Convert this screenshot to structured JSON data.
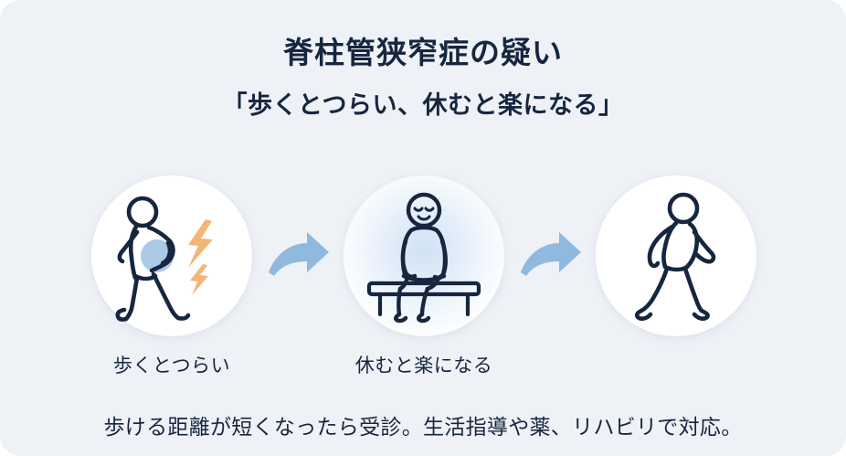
{
  "card": {
    "background_color": "#eef1f6",
    "text_color": "#16263f"
  },
  "header": {
    "title": "脊柱管狭窄症の疑い",
    "subtitle": "「歩くとつらい、休むと楽になる」"
  },
  "steps": [
    {
      "icon": "walking-person-with-back-pain-icon",
      "caption": "歩くとつらい",
      "pain_marker_color": "#9dc0e4",
      "lightning_color": "#f5b478"
    },
    {
      "icon": "person-sitting-on-bench-relaxed-icon",
      "caption": "休むと楽になる",
      "glow_color": "#cfe2f4"
    },
    {
      "icon": "walking-person-icon",
      "caption": ""
    }
  ],
  "arrows": [
    {
      "name": "curved-arrow-right-icon",
      "color": "#8fb9de"
    },
    {
      "name": "curved-arrow-right-icon",
      "color": "#8fb9de"
    }
  ],
  "footer": {
    "text": "歩ける距離が短くなったら受診。生活指導や薬、リハビリで対応。"
  }
}
